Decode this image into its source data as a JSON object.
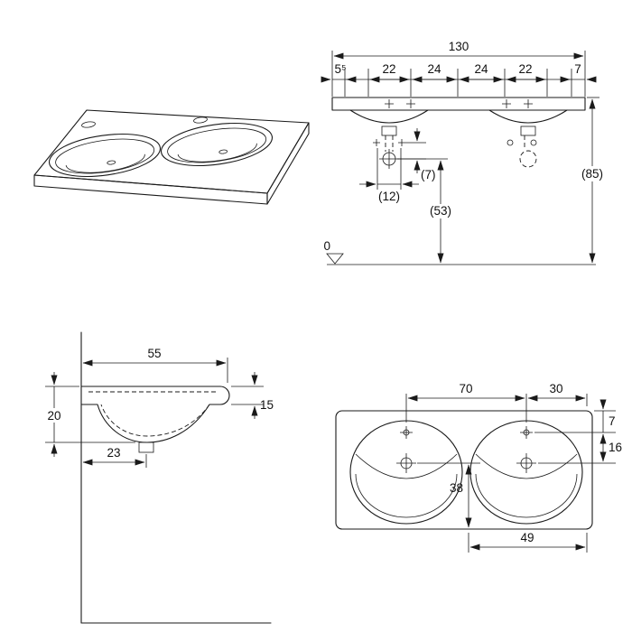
{
  "drawing": {
    "front_view": {
      "total_width": "130",
      "left_offset": "5⁵",
      "span1": "22",
      "span2": "24",
      "span3": "24",
      "span4": "22",
      "right_offset": "7",
      "drain_width": "(12)",
      "overflow_offset": "(7)",
      "drain_height": "(53)",
      "total_height": "(85)",
      "floor_level": "0"
    },
    "side_view": {
      "depth": "55",
      "basin_height": "20",
      "front_height": "15",
      "drain_distance": "23"
    },
    "plan_view": {
      "tap_spacing": "70",
      "tap_to_edge": "30",
      "edge_to_tap": "7",
      "tap_to_drain": "16",
      "drain_to_front": "38",
      "drain_to_edge": "49"
    }
  }
}
